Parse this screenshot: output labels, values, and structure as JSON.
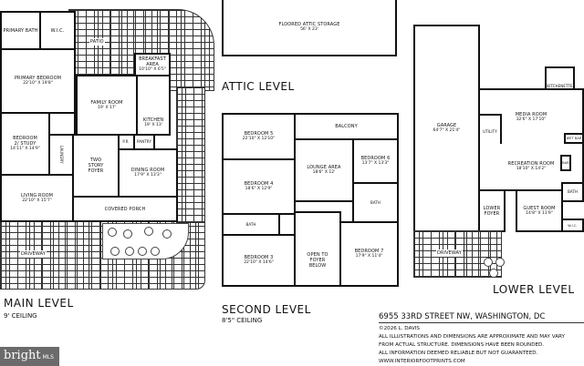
{
  "main_level": {
    "title": "MAIN LEVEL",
    "ceiling": "9' CEILING",
    "rooms": [
      {
        "name": "PRIMARY BATH",
        "dim": ""
      },
      {
        "name": "W.I.C.",
        "dim": ""
      },
      {
        "name": "PATIO",
        "dim": ""
      },
      {
        "name": "PRIMARY BEDROOM",
        "dim": "22'10\" X 19'8\""
      },
      {
        "name": "BREAKFAST AREA",
        "dim": "10'10\" X 6'5\""
      },
      {
        "name": "FAMILY ROOM",
        "dim": "19' X 17'"
      },
      {
        "name": "KITCHEN",
        "dim": "19' X 13'"
      },
      {
        "name": "BEDROOM 2/ STUDY",
        "dim": "14'11\" X 14'9\""
      },
      {
        "name": "LAUNDRY",
        "dim": ""
      },
      {
        "name": "P.R.",
        "dim": ""
      },
      {
        "name": "PANTRY",
        "dim": ""
      },
      {
        "name": "TWO STORY FOYER",
        "dim": ""
      },
      {
        "name": "DINING ROOM",
        "dim": "17'9\" X 13'3\""
      },
      {
        "name": "LIVING ROOM",
        "dim": "22'10\" X 15'7\""
      },
      {
        "name": "COVERED PORCH",
        "dim": ""
      },
      {
        "name": "DRIVEWAY",
        "dim": ""
      }
    ]
  },
  "attic_level": {
    "title": "ATTIC LEVEL",
    "rooms": [
      {
        "name": "FLOORED ATTIC STORAGE",
        "dim": "56' X 23'"
      }
    ]
  },
  "second_level": {
    "title": "SECOND LEVEL",
    "ceiling": "8'5\" CEILING",
    "rooms": [
      {
        "name": "BEDROOM 5",
        "dim": "22'10\" X 12'10\""
      },
      {
        "name": "BALCONY",
        "dim": ""
      },
      {
        "name": "LOUNGE AREA",
        "dim": "18'6\" X 12'"
      },
      {
        "name": "BEDROOM 6",
        "dim": "13'7\" X 13'3\""
      },
      {
        "name": "BATH",
        "dim": ""
      },
      {
        "name": "BEDROOM 4",
        "dim": "18'6\" X 12'9\""
      },
      {
        "name": "BATH",
        "dim": ""
      },
      {
        "name": "OPEN TO FOYER BELOW",
        "dim": ""
      },
      {
        "name": "BEDROOM 7",
        "dim": "17'9\" X 11'4\""
      },
      {
        "name": "BEDROOM 3",
        "dim": "22'10\" X 14'6\""
      }
    ]
  },
  "lower_level": {
    "title": "LOWER LEVEL",
    "rooms": [
      {
        "name": "GARAGE",
        "dim": "64'7\" X 21'4\""
      },
      {
        "name": "KITCHENETTE",
        "dim": ""
      },
      {
        "name": "MEDIA ROOM",
        "dim": "32'6\" X 17'10\""
      },
      {
        "name": "UTILITY",
        "dim": ""
      },
      {
        "name": "WET BAR",
        "dim": ""
      },
      {
        "name": "RECREATION ROOM",
        "dim": "18'10\" X 14'2\""
      },
      {
        "name": "BAR",
        "dim": ""
      },
      {
        "name": "LOWER FOYER",
        "dim": ""
      },
      {
        "name": "GUEST ROOM",
        "dim": "14'8\" X 11'9\""
      },
      {
        "name": "BATH",
        "dim": ""
      },
      {
        "name": "W.I.C.",
        "dim": ""
      },
      {
        "name": "DRIVEWAY",
        "dim": ""
      }
    ]
  },
  "footer": {
    "address": "6955 33RD STREET NW, WASHINGTON, DC",
    "copyright": "©2026 L. DAVIS",
    "lines": [
      "ALL ILLUSTRATIONS AND DIMENSIONS ARE APPROXIMATE AND MAY VARY",
      "FROM ACTUAL STRUCTURE. DIMENSIONS HAVE BEEN ROUNDED.",
      "ALL INFORMATION DEEMED RELIABLE BUT NOT GUARANTEED.",
      "WWW.INTERIORFOOTPRINTS.COM"
    ]
  },
  "logo": {
    "text": "bright",
    "suffix": "MLS",
    "color": "#6b6b6b"
  }
}
